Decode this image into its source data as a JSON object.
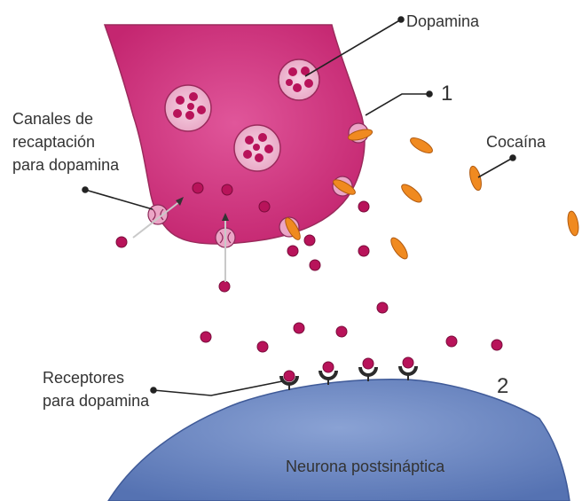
{
  "labels": {
    "dopamine": "Dopamina",
    "label_1": "1",
    "cocaine": "Cocaína",
    "reuptake_line1": "Canales de",
    "reuptake_line2": "recaptación",
    "reuptake_line3": "para dopamina",
    "receptors_line1": "Receptores",
    "receptors_line2": "para dopamina",
    "label_2": "2",
    "postsynaptic": "Neurona postsináptica"
  },
  "colors": {
    "presynaptic_neuron": "#d4357e",
    "presynaptic_outline": "#9b2a5c",
    "postsynaptic_neuron": "#6b86c0",
    "dopamine": "#b8135a",
    "cocaine": "#f08a20",
    "reuptake_channel": "#eba5c6",
    "receptor": "#2b2b2b"
  }
}
